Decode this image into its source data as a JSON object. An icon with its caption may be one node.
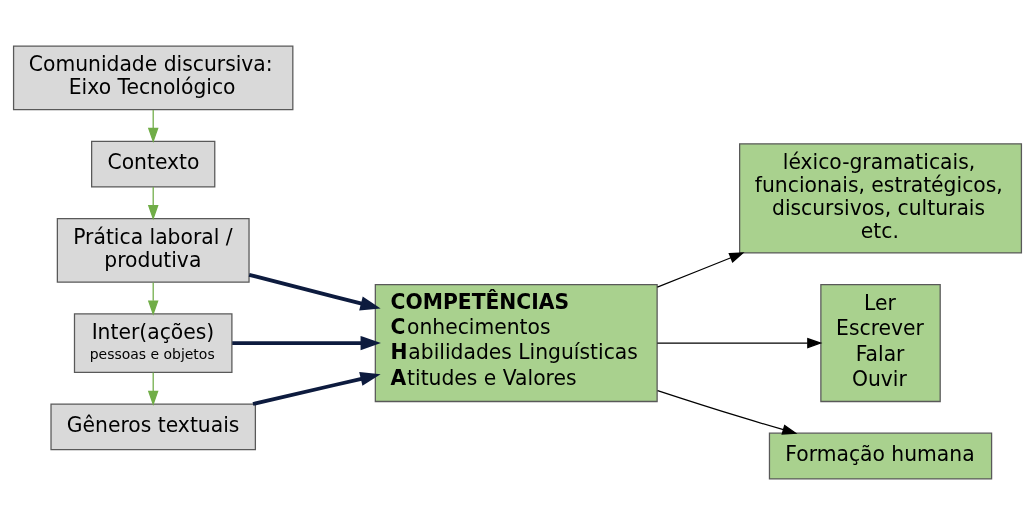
{
  "diagram": {
    "nodes": [
      {
        "text": [
          "Comunidade discursiva: Eixo Tecnológico"
        ]
      },
      {
        "text": [
          "Contexto"
        ]
      },
      {
        "text": [
          "Prática laboral / produtiva"
        ]
      },
      {
        "text": [
          "Inter(ações)",
          "pessoas e objetos"
        ]
      },
      {
        "text": [
          "Gêneros textuais"
        ]
      },
      {
        "text": [
          "COMPETÊNCIAS",
          "**C**onhecimentos",
          "**H**abilidades Linguísticas",
          "**A**titudes e Valores"
        ]
      },
      {
        "text": [
          "léxico-gramaticais, funcionais, estratégicos, discursivos, culturais etc."
        ]
      },
      {
        "text": [
          "Ler",
          "Escrever",
          "Falar",
          "Ouvir"
        ]
      },
      {
        "text": [
          "Formação humana"
        ]
      }
    ],
    "edges": [
      {
        "from": 0,
        "to": 1,
        "arrow": "to",
        "color": "#70ad47"
      },
      {
        "from": 1,
        "to": 2,
        "arrow": "to",
        "color": "#70ad47"
      },
      {
        "from": 2,
        "to": 3,
        "arrow": "to",
        "color": "#70ad47"
      },
      {
        "from": 3,
        "to": 4,
        "arrow": "to",
        "color": "#70ad47"
      },
      {
        "from": 2,
        "to": 5,
        "arrow": "to",
        "style": "thick",
        "color": "#0d1b3e"
      },
      {
        "from": 3,
        "to": 5,
        "arrow": "to",
        "style": "thick",
        "color": "#0d1b3e"
      },
      {
        "from": 4,
        "to": 5,
        "arrow": "to",
        "style": "thick",
        "color": "#0d1b3e"
      },
      {
        "from": 5,
        "to": 6,
        "arrow": "to",
        "color": "#000000"
      },
      {
        "from": 5,
        "to": 7,
        "arrow": "to",
        "color": "#000000"
      },
      {
        "from": 5,
        "to": 8,
        "arrow": "to",
        "color": "#000000"
      }
    ]
  }
}
